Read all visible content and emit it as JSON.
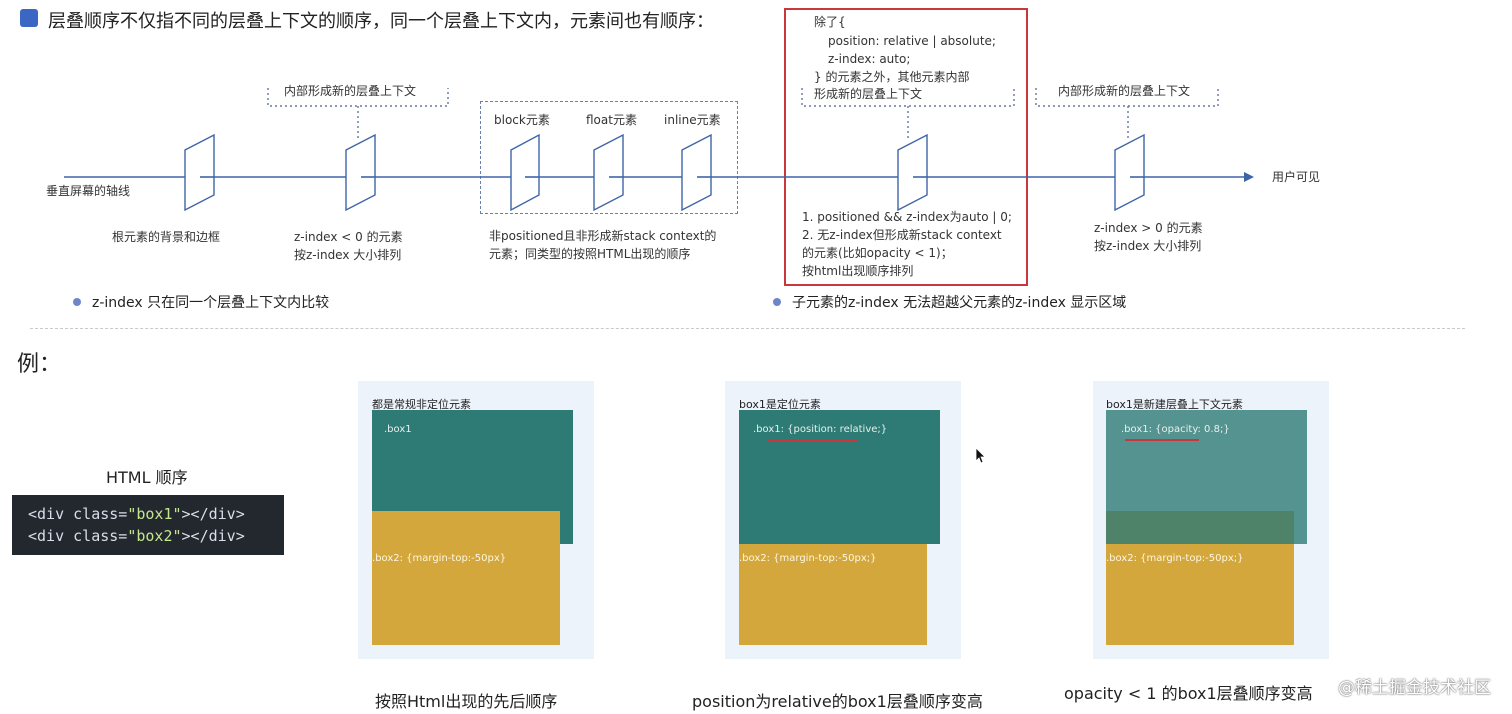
{
  "header": {
    "title": "层叠顺序不仅指不同的层叠上下文的顺序，同一个层叠上下文内，元素间也有顺序："
  },
  "diagram": {
    "axis_label": "垂直屏幕的轴线",
    "user_visible": "用户可见",
    "brackets": {
      "neg_context": "内部形成新的层叠上下文",
      "pos_context": "内部形成新的层叠上下文",
      "block": "block元素",
      "float": "float元素",
      "inline": "inline元素"
    },
    "red_box": {
      "line1": "除了{",
      "line2": "position: relative | absolute;",
      "line3": "z-index: auto;",
      "line4": "} 的元素之外，其他元素内部",
      "line5": "形成新的层叠上下文"
    },
    "labels": {
      "root": "根元素的背景和边框",
      "neg_1": "z-index < 0 的元素",
      "neg_2": "按z-index 大小排列",
      "normal_1": "非positioned且非形成新stack context的",
      "normal_2": "元素；同类型的按照HTML出现的顺序",
      "auto_1": "1. positioned && z-index为auto | 0;",
      "auto_2": "2. 无z-index但形成新stack context",
      "auto_3": "的元素(比如opacity < 1)；",
      "auto_4": "按html出现顺序排列",
      "pos_1": "z-index > 0 的元素",
      "pos_2": "按z-index 大小排列"
    },
    "bullets": [
      "z-index  只在同一个层叠上下文内比较",
      "子元素的z-index 无法超越父元素的z-index 显示区域"
    ]
  },
  "example": {
    "heading": "例：",
    "html_order_label": "HTML 顺序",
    "code": {
      "line1_open": "<div class=",
      "line1_str": "\"box1\"",
      "line1_close": "></div>",
      "line2_open": "<div class=",
      "line2_str": "\"box2\"",
      "line2_close": "></div>"
    },
    "panels": [
      {
        "title": "都是常规非定位元素",
        "box1": ".box1",
        "box2": ".box2: {margin-top:-50px}",
        "caption": "按照Html出现的先后顺序"
      },
      {
        "title": "box1是定位元素",
        "box1": ".box1: {position: relative;}",
        "box2": ".box2: {margin-top:-50px;}",
        "caption": "position为relative的box1层叠顺序变高"
      },
      {
        "title": "box1是新建层叠上下文元素",
        "box1": ".box1: {opacity: 0.8;}",
        "box2": ".box2: {margin-top:-50px;}",
        "caption": "opacity < 1 的box1层叠顺序变高"
      }
    ]
  },
  "watermark": "@稀土掘金技术社区",
  "colors": {
    "teal": "#2d7b74",
    "gold": "#d4a73c",
    "red_frame": "#c8373b",
    "axis": "#3e64a8",
    "accent_square": "#3a66c4"
  }
}
